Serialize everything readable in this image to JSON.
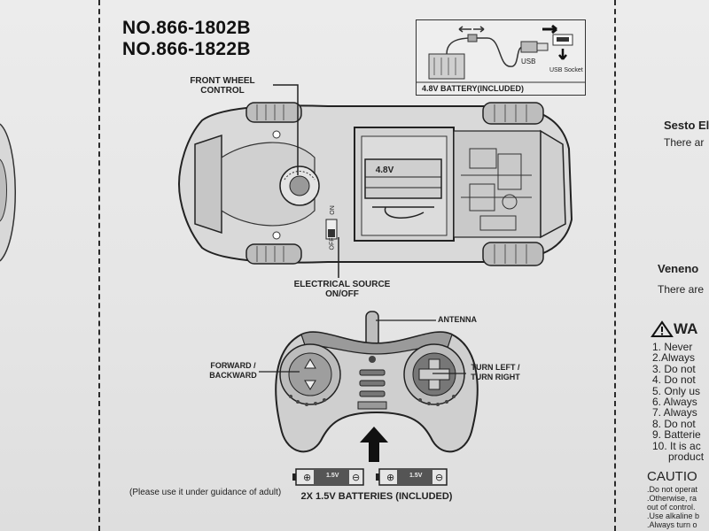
{
  "models": [
    "NO.866-1802B",
    "NO.866-1822B"
  ],
  "battery_box": {
    "label": "4.8V BATTERY(INCLUDED)",
    "usb": "USB",
    "usb_socket": "USB Socket"
  },
  "car": {
    "front_wheel_control": "FRONT WHEEL\nCONTROL",
    "battery_label": "4.8V",
    "switch_on": "ON",
    "switch_off": "OFF",
    "electrical_source": "ELECTRICAL SOURCE\nON/OFF"
  },
  "remote": {
    "antenna": "ANTENNA",
    "forward_backward": "FORWARD /\nBACKWARD",
    "turn": "TURN LEFT /\nTURN RIGHT"
  },
  "batteries": {
    "cell_label": "1.5V",
    "caption": "2X 1.5V BATTERIES (INCLUDED)"
  },
  "guidance_note": "(Please use it under guidance of adult)",
  "right_panel": {
    "heading_1": "Sesto El",
    "text_1": "There ar",
    "heading_2": "Veneno",
    "text_2": "There are",
    "warning_title": "WA",
    "warnings": [
      "1. Never",
      "2.Always",
      "3. Do not",
      "4. Do not",
      "5. Only us",
      "6. Always",
      "7. Always",
      "8. Do not",
      "9. Batterie",
      "10. It is ac",
      "product"
    ],
    "caution_title": "CAUTIO",
    "caution_lines": [
      ".Do not operat",
      ".Otherwise, ra",
      "out of control.",
      ".Use alkaline b",
      ".Always turn o"
    ]
  }
}
